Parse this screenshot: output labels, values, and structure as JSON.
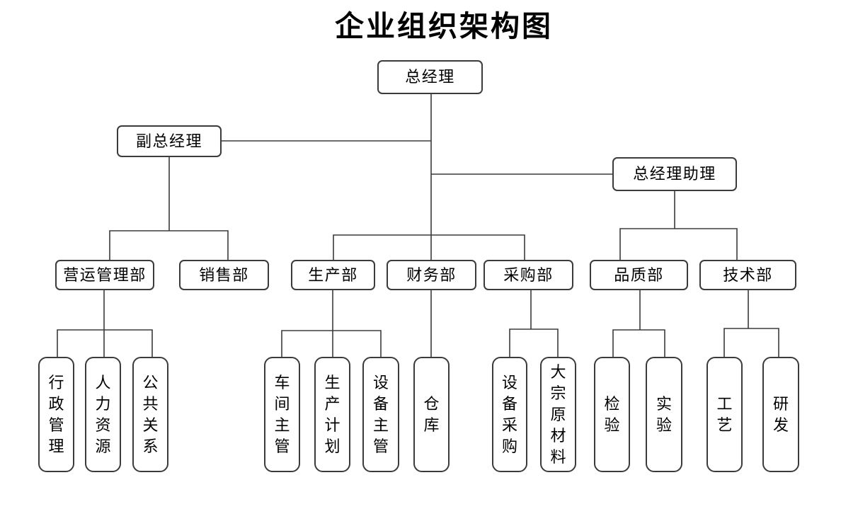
{
  "title": "企业组织架构图",
  "colors": {
    "ink": "#3b3b3b",
    "text": "#000000",
    "canvas_bg": "#ffffff"
  },
  "nodes": {
    "gm": {
      "label": "总经理"
    },
    "dgm": {
      "label": "副总经理"
    },
    "gma": {
      "label": "总经理助理"
    },
    "yunying": {
      "label": "营运管理部"
    },
    "sales": {
      "label": "销售部"
    },
    "production": {
      "label": "生产部"
    },
    "finance": {
      "label": "财务部"
    },
    "purchasing": {
      "label": "采购部"
    },
    "quality": {
      "label": "品质部"
    },
    "tech": {
      "label": "技术部"
    },
    "admin": {
      "label": "行政管理"
    },
    "hr": {
      "label": "人力资源"
    },
    "pr": {
      "label": "公共关系"
    },
    "workshop": {
      "label": "车间主管"
    },
    "prodplan": {
      "label": "生产计划"
    },
    "equipsup": {
      "label": "设备主管"
    },
    "warehouse": {
      "label": "仓库"
    },
    "equippurch": {
      "label": "设备采购"
    },
    "rawmat": {
      "label": "大宗原材料"
    },
    "inspection": {
      "label": "检验"
    },
    "lab": {
      "label": "实验"
    },
    "craft": {
      "label": "工艺"
    },
    "rnd": {
      "label": "研发"
    }
  },
  "edges": [
    [
      "gm",
      "dgm"
    ],
    [
      "gm",
      "gma"
    ],
    [
      "gm",
      "production"
    ],
    [
      "gm",
      "finance"
    ],
    [
      "gm",
      "purchasing"
    ],
    [
      "dgm",
      "yunying"
    ],
    [
      "dgm",
      "sales"
    ],
    [
      "gma",
      "quality"
    ],
    [
      "gma",
      "tech"
    ],
    [
      "yunying",
      "admin"
    ],
    [
      "yunying",
      "hr"
    ],
    [
      "yunying",
      "pr"
    ],
    [
      "production",
      "workshop"
    ],
    [
      "production",
      "prodplan"
    ],
    [
      "production",
      "equipsup"
    ],
    [
      "finance",
      "warehouse"
    ],
    [
      "purchasing",
      "equippurch"
    ],
    [
      "purchasing",
      "rawmat"
    ],
    [
      "quality",
      "inspection"
    ],
    [
      "quality",
      "lab"
    ],
    [
      "tech",
      "craft"
    ],
    [
      "tech",
      "rnd"
    ]
  ]
}
